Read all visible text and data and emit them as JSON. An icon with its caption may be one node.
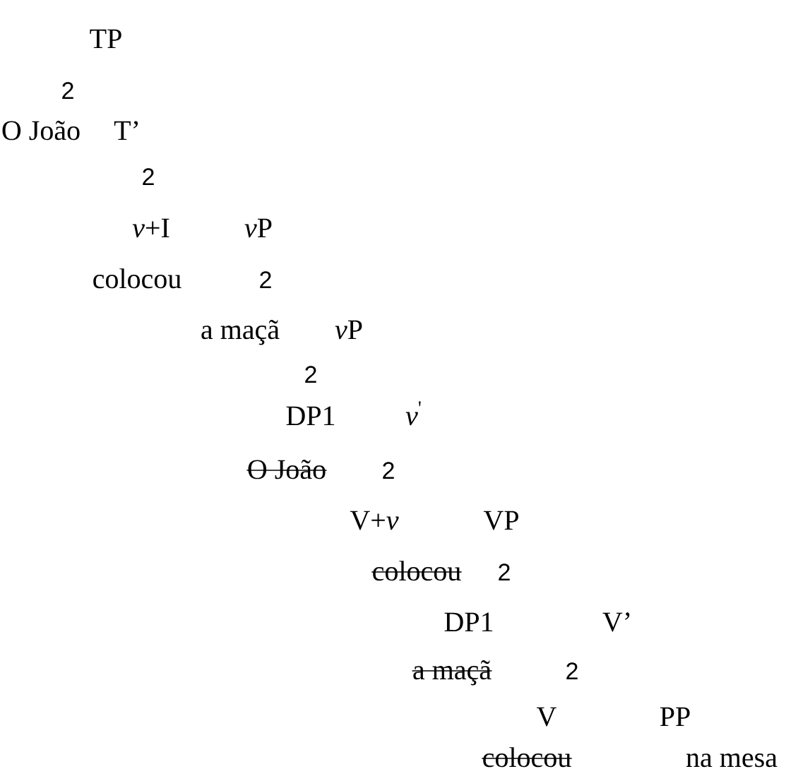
{
  "diagram": {
    "labels": [
      "TP",
      "2",
      "O João",
      "T’",
      "2",
      "*v*+I",
      "\\textit{v}\\mathrm{P}",
      "colocou",
      "2",
      "a maçã",
      "\\textit{v}\\mathrm{P}",
      "2",
      "DP1",
      "*v*$^{'}$",
      "O João",
      "2",
      "V+*v*",
      "VP",
      "colocou",
      "2",
      "DP1",
      "V’",
      "a maçã",
      "2",
      "V",
      "PP",
      "colocou",
      "na mesa"
    ]
  }
}
